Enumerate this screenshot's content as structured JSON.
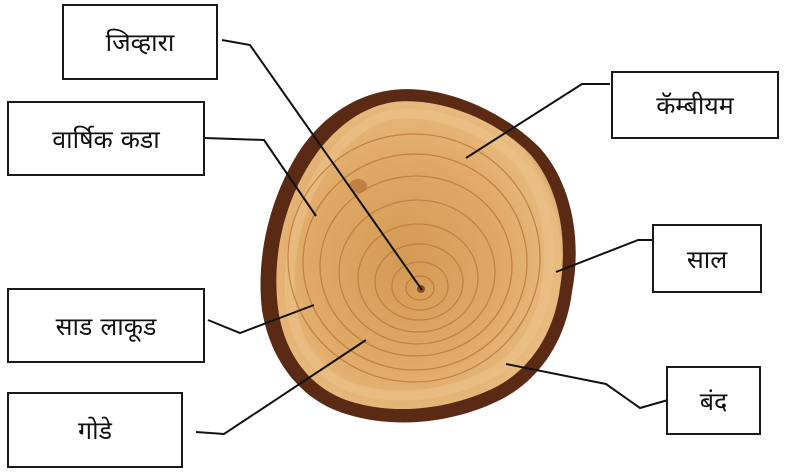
{
  "labels": {
    "pith": "जिव्हारा",
    "annual_ring": "वार्षिक कडा",
    "sapwood": "साड लाकूड",
    "knot": "गोडे",
    "cambium": "कॅम्बीयम",
    "bark": "साल",
    "ray": "बंद"
  },
  "colors": {
    "bark_dark": "#5a2a14",
    "bark_mid": "#8a4a22",
    "sapwood": "#e7b77c",
    "heartwood": "#d9a15c",
    "ring_line": "#b9783a",
    "leader_line": "#111111"
  }
}
